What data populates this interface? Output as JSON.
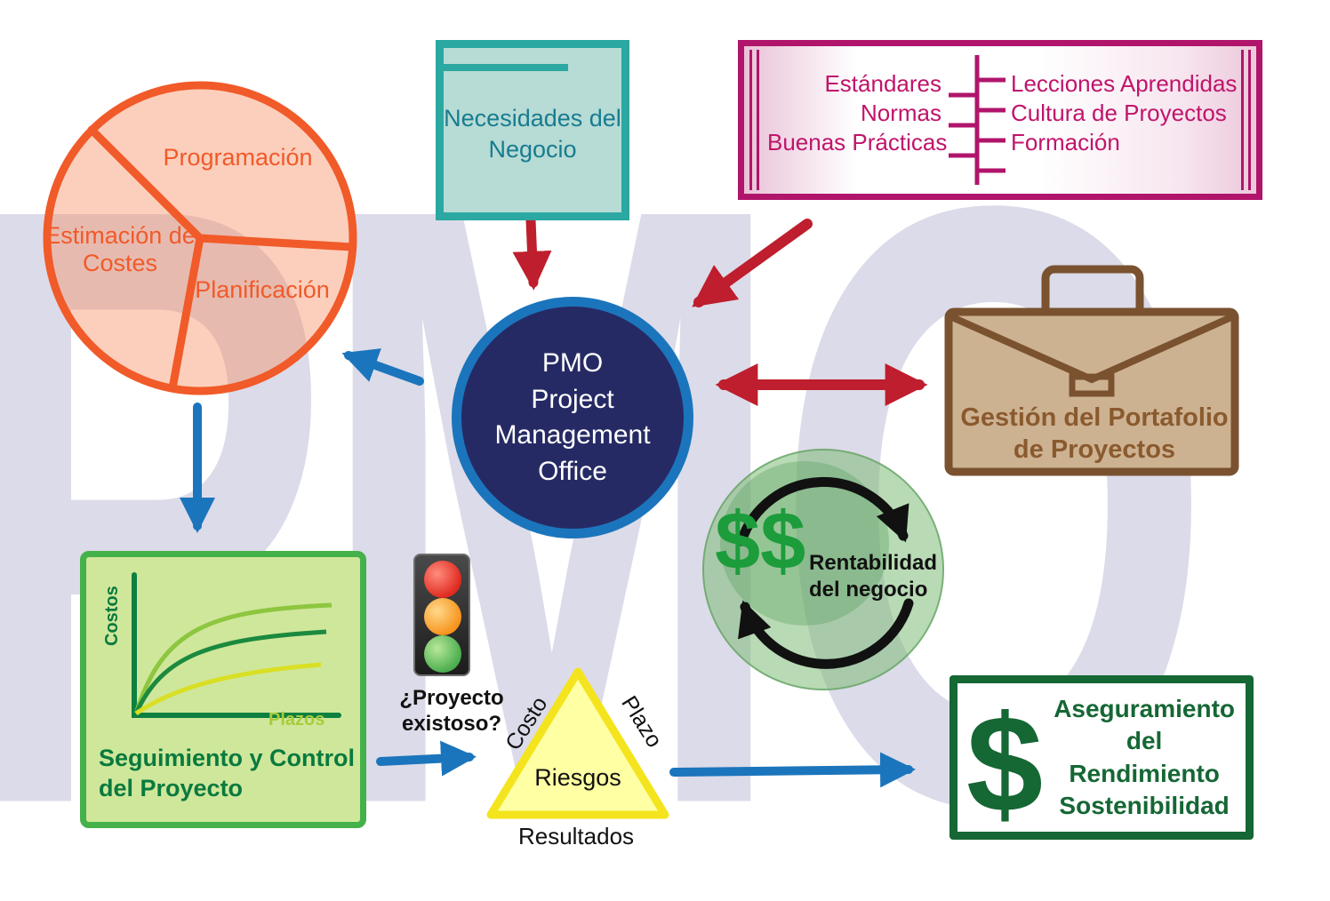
{
  "watermark": "PMO",
  "palette": {
    "orange": "#F15A29",
    "teal_border": "#2BA8A1",
    "teal_text": "#177C90",
    "magenta": "#B0156B",
    "navy": "#262A64",
    "blue": "#1B75BC",
    "red_arrow": "#BE1E2D",
    "brown": "#7A5230",
    "tan": "#CDB292",
    "green_dark": "#156734",
    "green_box_border": "#44B14A",
    "green_box_bg": "#CFE79B",
    "triangle_yellow": "#F4E41E",
    "watermark_gray": "#DCDBE9"
  },
  "pie": {
    "programacion": "Programación",
    "estimacion": "Estimación de Costes",
    "planificacion": "Planificación"
  },
  "necesidades": {
    "label": "Necesidades del Negocio"
  },
  "book": {
    "left": [
      "Estándares",
      "Normas",
      "Buenas Prácticas"
    ],
    "right": [
      "Lecciones Aprendidas",
      "Cultura de Proyectos",
      "Formación"
    ]
  },
  "pmo": {
    "lines": [
      "PMO",
      "Project",
      "Management",
      "Office"
    ]
  },
  "portafolio": {
    "label": "Gestión del Portafolio de Proyectos"
  },
  "rentabilidad": {
    "symbol": "$$",
    "label": "Rentabilidad del negocio"
  },
  "seguimiento": {
    "y_axis": "Costos",
    "x_axis": "Plazos",
    "title": "Seguimiento y Control del Proyecto"
  },
  "semaforo": {
    "question": "¿Proyecto existoso?"
  },
  "triangulo": {
    "left": "Costo",
    "right": "Plazo",
    "center": "Riesgos",
    "bottom": "Resultados"
  },
  "aseguramiento": {
    "symbol": "$",
    "lines": [
      "Aseguramiento del",
      "Rendimiento",
      "Sostenibilidad"
    ]
  }
}
